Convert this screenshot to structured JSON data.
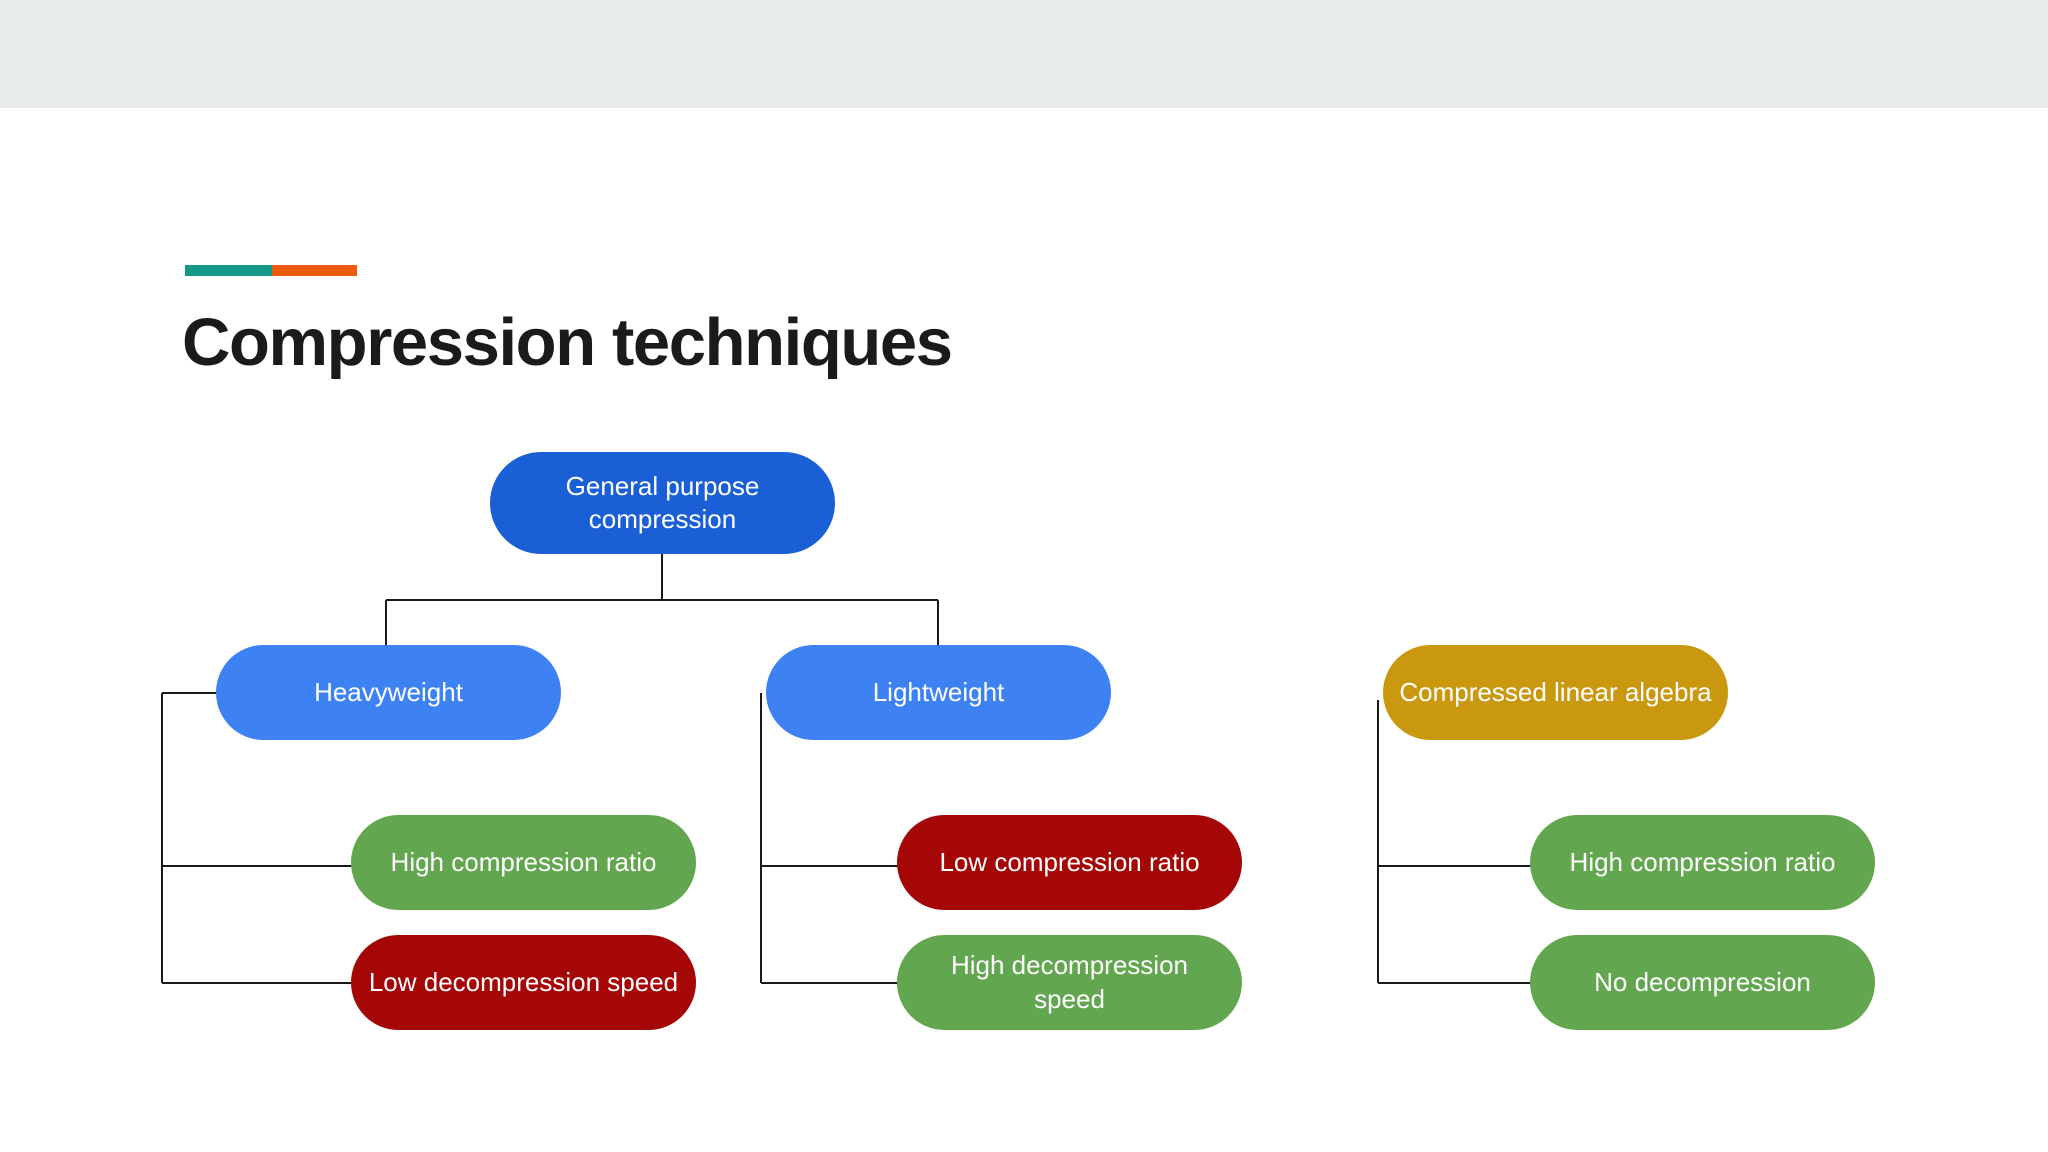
{
  "slide": {
    "title": "Compression techniques",
    "header_band_color": "#e8ecec",
    "background_color": "#ffffff",
    "title_color": "#1b1b1b",
    "accent_bar": {
      "teal_color": "#13988a",
      "orange_color": "#ea5b0c"
    }
  },
  "diagram": {
    "type": "tree",
    "connector_color": "#1a1a1a",
    "palette": {
      "root_blue": "#1a5fd6",
      "branch_blue": "#3d81f3",
      "gold": "#c9980e",
      "green": "#62a74f",
      "red": "#a50606"
    },
    "nodes": {
      "root": "General purpose compression",
      "heavyweight": "Heavyweight",
      "lightweight": "Lightweight",
      "compressed_linear_algebra": "Compressed linear algebra",
      "heavyweight_leaf_1": "High compression ratio",
      "heavyweight_leaf_2": "Low decompression speed",
      "lightweight_leaf_1": "Low compression ratio",
      "lightweight_leaf_2": "High decompression speed",
      "cla_leaf_1": "High compression ratio",
      "cla_leaf_2": "No decompression"
    }
  }
}
